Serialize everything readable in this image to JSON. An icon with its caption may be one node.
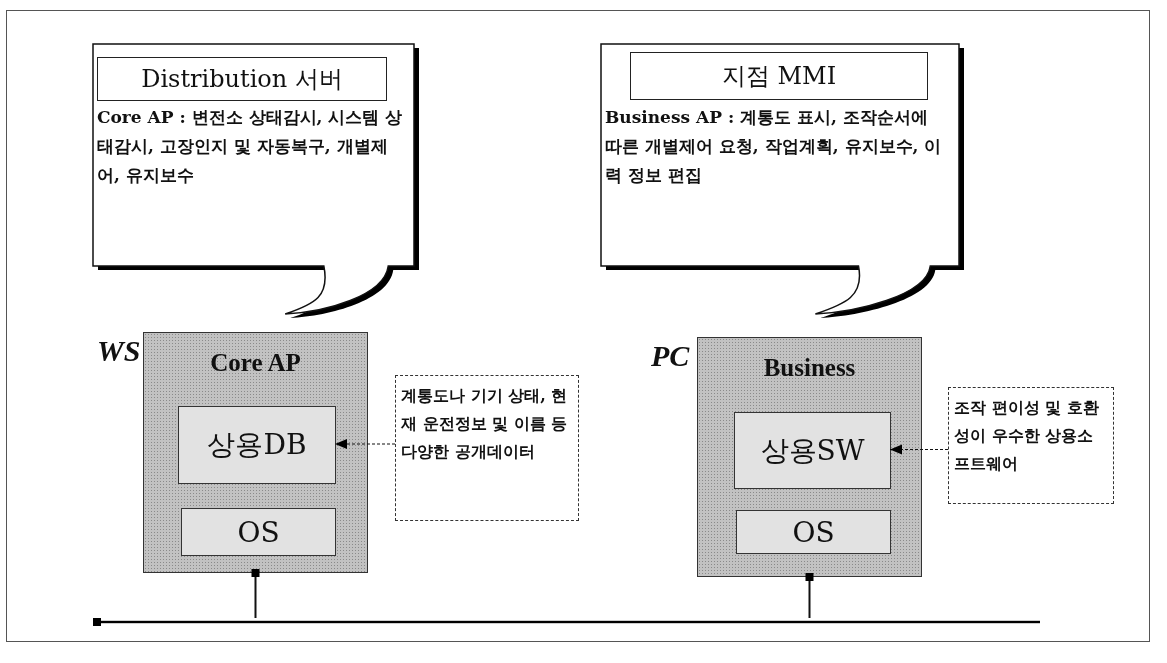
{
  "diagram": {
    "nodes": [
      {
        "text": [
          "Core AP : 변전소 상태감시, 시스템 상태감시, 고장인지 및 자동복구, 개별제어, 유지보수"
        ]
      },
      {
        "text": [
          "Distribution 서버"
        ],
        "in": 0
      },
      {
        "text": [
          "Business AP : 계통도 표시, 조작순서에 따른 개별제어 요청, 작업계획, 유지보수, 이력 정보 편집"
        ]
      },
      {
        "text": [
          "지점 MMI"
        ],
        "in": 2
      },
      {
        "text": [
          "Core AP"
        ],
        "beside": [
          "WS"
        ]
      },
      {
        "text": [
          "상용DB"
        ],
        "in": 4
      },
      {
        "text": [
          "OS"
        ],
        "in": 4
      },
      {
        "text": [
          "계통도나 기기 상태, 현재 운전정보 및 이름 등 다양한 공개데이터"
        ]
      },
      {
        "text": [
          "Business"
        ],
        "beside": [
          "PC"
        ]
      },
      {
        "text": [
          "상용SW"
        ],
        "in": 8
      },
      {
        "text": [
          "OS"
        ],
        "in": 8
      },
      {
        "text": [],
        "shape": "bar"
      },
      {
        "text": [
          "조작 편이성 및 호환성이 우수한 상용소프트웨어"
        ]
      }
    ],
    "edges": [
      {
        "from": 7,
        "to": 5,
        "arrow": "to",
        "style": "dashed"
      },
      {
        "from": 12,
        "to": 9,
        "arrow": "to",
        "style": "dashed"
      },
      {
        "from": 4,
        "to": 11,
        "arrow": "other"
      },
      {
        "from": 8,
        "to": 11,
        "arrow": "other"
      }
    ]
  }
}
